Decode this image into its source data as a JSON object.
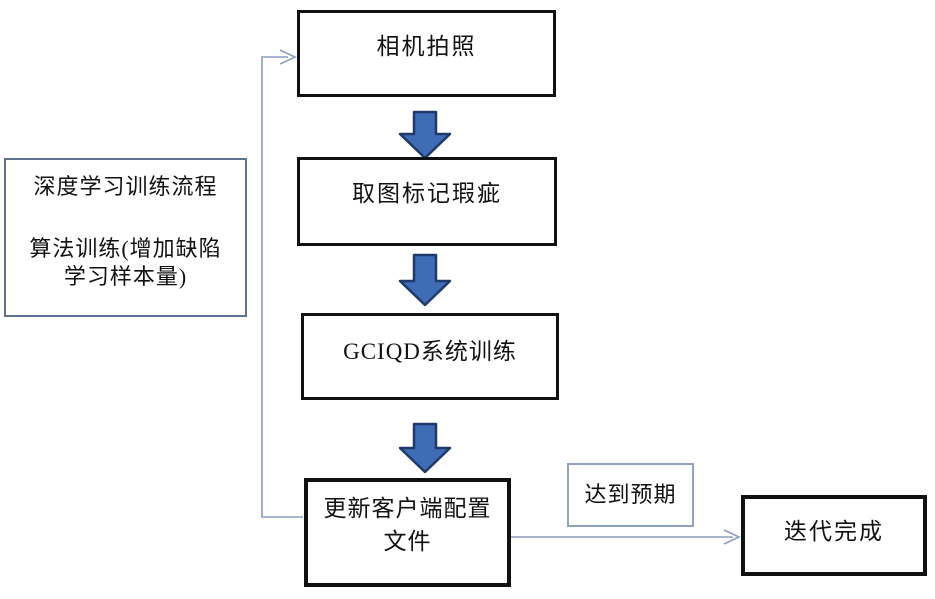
{
  "nodes": {
    "camera": {
      "label": "相机拍照"
    },
    "mark": {
      "label": "取图标记瑕疵"
    },
    "gciqd": {
      "label": "GCIQD系统训练"
    },
    "update": {
      "line1": "更新客户端配置",
      "line2": "文件"
    },
    "sidebar": {
      "line1": "深度学习训练流程",
      "line2": "算法训练(增加缺陷",
      "line3": "学习样本量)"
    },
    "expect": {
      "label": "达到预期"
    },
    "done": {
      "label": "迭代完成"
    }
  },
  "colors": {
    "box_border": "#111111",
    "block_arrow_fill": "#3e6cb5",
    "block_arrow_border": "#1f3a68",
    "connector": "#8b9dc0",
    "light_box_border": "#8fa3c0",
    "sidebar_border": "#5f7190"
  },
  "flow": {
    "sequence": [
      "相机拍照",
      "取图标记瑕疵",
      "GCIQD系统训练",
      "更新客户端配置文件",
      "迭代完成"
    ],
    "loop_back": "更新客户端配置文件 → 相机拍照",
    "branch_label": "达到预期"
  }
}
